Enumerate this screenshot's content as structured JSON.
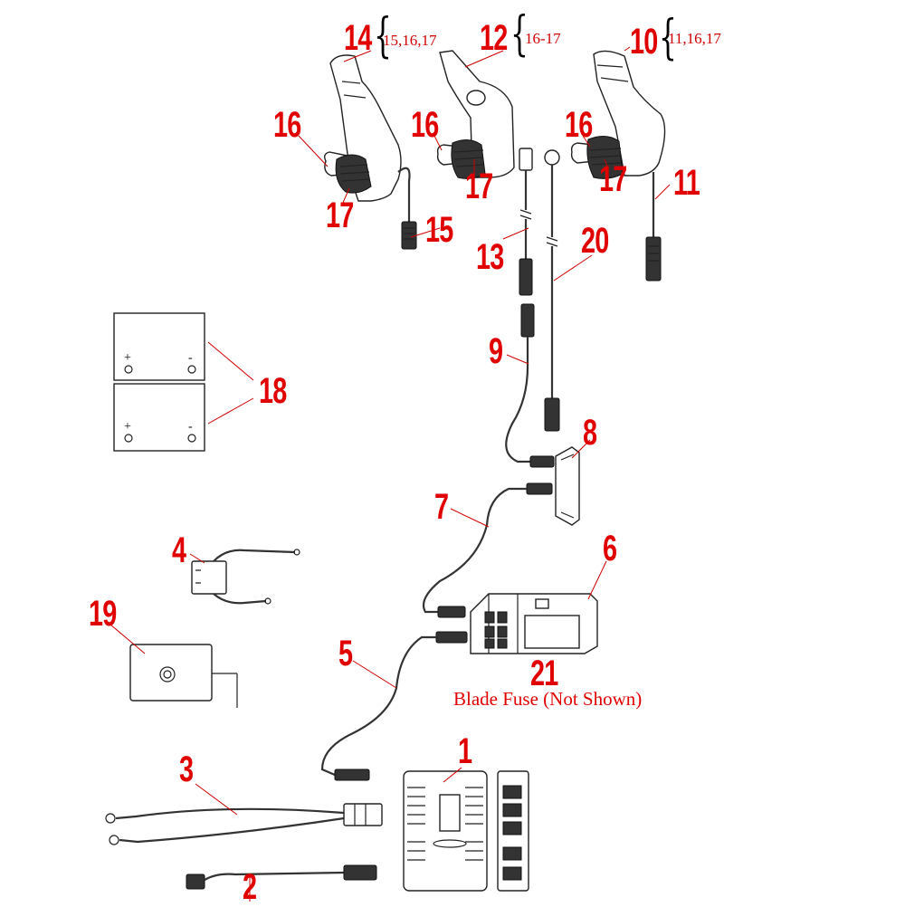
{
  "callouts": {
    "n1": "1",
    "n2": "2",
    "n3": "3",
    "n4": "4",
    "n5": "5",
    "n6": "6",
    "n7": "7",
    "n8": "8",
    "n9": "9",
    "n10": "10",
    "n11": "11",
    "n12": "12",
    "n13": "13",
    "n14": "14",
    "n15a": "15",
    "n16a": "16",
    "n16b": "16",
    "n16c": "16",
    "n17a": "17",
    "n17b": "17",
    "n17c": "17",
    "n18": "18",
    "n19": "19",
    "n20": "20",
    "n21": "21"
  },
  "sublists": {
    "s14": "15,16,17",
    "s12": "16-17",
    "s10": "11,16,17"
  },
  "notes": {
    "blade_fuse": "Blade Fuse (Not Shown)"
  },
  "battery": {
    "plus": "+",
    "minus": "-"
  },
  "colors": {
    "callout": "#e00000",
    "line": "#222222"
  }
}
